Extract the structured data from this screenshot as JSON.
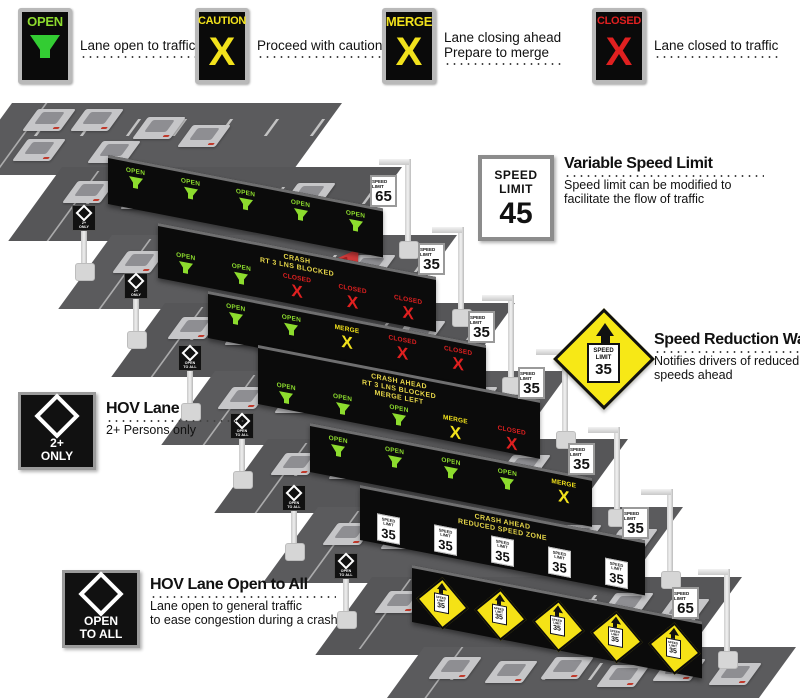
{
  "legend": {
    "items": [
      {
        "word": "OPEN",
        "word_color": "#33cc33",
        "glyph": "arrow-down",
        "glyph_color": "#33cc33",
        "lines": [
          "Lane open to traffic"
        ],
        "icon": "lane-open-sign"
      },
      {
        "word": "CAUTION",
        "word_color": "#f2e21c",
        "glyph": "X",
        "glyph_color": "#f2e21c",
        "lines": [
          "Proceed with caution"
        ],
        "icon": "lane-caution-sign"
      },
      {
        "word": "MERGE",
        "word_color": "#f2e21c",
        "glyph": "X",
        "glyph_color": "#f2e21c",
        "lines": [
          "Lane closing ahead",
          "Prepare to merge"
        ],
        "icon": "lane-merge-sign"
      },
      {
        "word": "CLOSED",
        "word_color": "#e02020",
        "glyph": "X",
        "glyph_color": "#e02020",
        "lines": [
          "Lane closed to traffic"
        ],
        "icon": "lane-closed-sign"
      }
    ]
  },
  "callouts": {
    "variable_speed_limit": {
      "sign_word1": "SPEED",
      "sign_word2": "LIMIT",
      "sign_value": "45",
      "title": "Variable Speed Limit",
      "sub1": "Speed limit can be modified to",
      "sub2": "facilitate the flow of traffic"
    },
    "speed_reduction_warning": {
      "sign_word1": "SPEED",
      "sign_word2": "LIMIT",
      "sign_value": "35",
      "title": "Speed Reduction Warning",
      "sub1": "Notifies drivers of reduced",
      "sub2": "speeds ahead"
    },
    "hov_lane": {
      "sign_line1": "2+",
      "sign_line2": "ONLY",
      "title": "HOV Lane",
      "sub1": "2+ Persons only",
      "sub2": ""
    },
    "hov_open_all": {
      "sign_line1": "OPEN",
      "sign_line2": "TO ALL",
      "title": "HOV Lane Open to All",
      "sub1": "Lane open to general traffic",
      "sub2": "to ease congestion during a crash"
    }
  },
  "gantries": [
    {
      "id": "gantry-1",
      "header": [],
      "cells": [
        {
          "type": "lane",
          "label": "OPEN",
          "state": "open"
        },
        {
          "type": "lane",
          "label": "OPEN",
          "state": "open"
        },
        {
          "type": "lane",
          "label": "OPEN",
          "state": "open"
        },
        {
          "type": "lane",
          "label": "OPEN",
          "state": "open"
        },
        {
          "type": "lane",
          "label": "OPEN",
          "state": "open"
        }
      ],
      "shoulder_speed": "65"
    },
    {
      "id": "gantry-2",
      "header": [
        "CRASH",
        "RT 3 LNS BLOCKED"
      ],
      "cells": [
        {
          "type": "lane",
          "label": "OPEN",
          "state": "open"
        },
        {
          "type": "lane",
          "label": "OPEN",
          "state": "open"
        },
        {
          "type": "lane",
          "label": "CLOSED",
          "state": "closed"
        },
        {
          "type": "lane",
          "label": "CLOSED",
          "state": "closed"
        },
        {
          "type": "lane",
          "label": "CLOSED",
          "state": "closed"
        }
      ],
      "shoulder_speed": "35"
    },
    {
      "id": "gantry-3",
      "header": [],
      "cells": [
        {
          "type": "lane",
          "label": "OPEN",
          "state": "open"
        },
        {
          "type": "lane",
          "label": "OPEN",
          "state": "open"
        },
        {
          "type": "lane",
          "label": "MERGE",
          "state": "merge"
        },
        {
          "type": "lane",
          "label": "CLOSED",
          "state": "closed"
        },
        {
          "type": "lane",
          "label": "CLOSED",
          "state": "closed"
        }
      ],
      "shoulder_speed": "35"
    },
    {
      "id": "gantry-4",
      "header": [
        "CRASH AHEAD",
        "RT 3 LNS BLOCKED",
        "MERGE LEFT"
      ],
      "cells": [
        {
          "type": "lane",
          "label": "OPEN",
          "state": "open"
        },
        {
          "type": "lane",
          "label": "OPEN",
          "state": "open"
        },
        {
          "type": "lane",
          "label": "OPEN",
          "state": "open"
        },
        {
          "type": "lane",
          "label": "MERGE",
          "state": "merge"
        },
        {
          "type": "lane",
          "label": "CLOSED",
          "state": "closed"
        }
      ],
      "shoulder_speed": "35"
    },
    {
      "id": "gantry-5",
      "header": [],
      "cells": [
        {
          "type": "lane",
          "label": "OPEN",
          "state": "open"
        },
        {
          "type": "lane",
          "label": "OPEN",
          "state": "open"
        },
        {
          "type": "lane",
          "label": "OPEN",
          "state": "open"
        },
        {
          "type": "lane",
          "label": "OPEN",
          "state": "open"
        },
        {
          "type": "lane",
          "label": "MERGE",
          "state": "merge"
        }
      ],
      "shoulder_speed": "35"
    },
    {
      "id": "gantry-6",
      "header": [
        "CRASH AHEAD",
        "REDUCED SPEED ZONE"
      ],
      "cells": [
        {
          "type": "speed",
          "value": "35",
          "word1": "SPEED",
          "word2": "LIMIT"
        },
        {
          "type": "speed",
          "value": "35",
          "word1": "SPEED",
          "word2": "LIMIT"
        },
        {
          "type": "speed",
          "value": "35",
          "word1": "SPEED",
          "word2": "LIMIT"
        },
        {
          "type": "speed",
          "value": "35",
          "word1": "SPEED",
          "word2": "LIMIT"
        },
        {
          "type": "speed",
          "value": "35",
          "word1": "SPEED",
          "word2": "LIMIT"
        }
      ],
      "shoulder_speed": "35"
    },
    {
      "id": "gantry-7",
      "header": [],
      "cells": [
        {
          "type": "warn",
          "value": "35",
          "word1": "SPEED",
          "word2": "LIMIT"
        },
        {
          "type": "warn",
          "value": "35",
          "word1": "SPEED",
          "word2": "LIMIT"
        },
        {
          "type": "warn",
          "value": "35",
          "word1": "SPEED",
          "word2": "LIMIT"
        },
        {
          "type": "warn",
          "value": "35",
          "word1": "SPEED",
          "word2": "LIMIT"
        },
        {
          "type": "warn",
          "value": "35",
          "word1": "SPEED",
          "word2": "LIMIT"
        }
      ],
      "shoulder_speed": "65"
    }
  ],
  "roadside_markers": [
    {
      "id": "roadside-hov-1",
      "line1": "2+",
      "line2": "ONLY"
    },
    {
      "id": "roadside-hov-2",
      "line1": "2+",
      "line2": "ONLY"
    },
    {
      "id": "roadside-hov-3",
      "line1": "OPEN",
      "line2": "TO ALL"
    },
    {
      "id": "roadside-hov-4",
      "line1": "OPEN",
      "line2": "TO ALL"
    },
    {
      "id": "roadside-hov-5",
      "line1": "OPEN",
      "line2": "TO ALL"
    },
    {
      "id": "roadside-hov-6",
      "line1": "OPEN",
      "line2": "TO ALL"
    }
  ]
}
